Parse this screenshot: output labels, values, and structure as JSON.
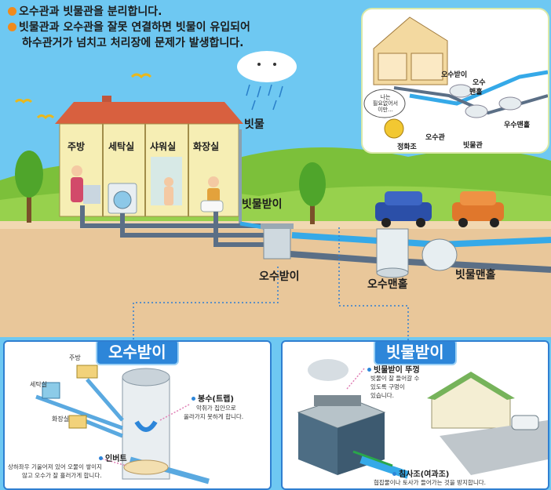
{
  "headline": {
    "line1": "오수관과 빗물관을 분리합니다.",
    "line2": "빗물관과 오수관을 잘못 연결하면 빗물이 유입되어",
    "line3": "하수관거가 넘치고 처리장에 문제가 발생합니다."
  },
  "house": {
    "rooms": [
      "주방",
      "세탁실",
      "샤워실",
      "화장실"
    ],
    "rain_label": "빗물",
    "rain_inlet_label": "빗물받이"
  },
  "underground": {
    "sewage_inlet": "오수받이",
    "sewage_manhole": "오수맨홀",
    "rain_manhole": "빗물맨홀"
  },
  "inset": {
    "speech": [
      "나는",
      "필요없어서",
      "이만..."
    ],
    "septic": "정화조",
    "sewage_inlet": "오수받이",
    "sewage_manhole": [
      "오수",
      "맨홀"
    ],
    "rain_manhole": "우수맨홀",
    "sewage_pipe": "오수관",
    "rain_pipe": "빗물관"
  },
  "panel_sewage": {
    "title": "오수받이",
    "kitchen": "주방",
    "laundry": "세탁실",
    "toilet": "화장실",
    "trap_title": "봉수(트랩)",
    "trap_desc": [
      "악취가 집안으로",
      "올라가지 못하게 합니다."
    ],
    "invert_title": "인버트",
    "invert_desc": [
      "상하좌우 기울어져 있어 오물이 쌓이지",
      "않고 오수가 잘 흘러가게 합니다."
    ]
  },
  "panel_rain": {
    "title": "빗물받이",
    "lid_title": "빗물받이 뚜껑",
    "lid_desc": [
      "빗물이 잘 들어갈 수",
      "있도록 구멍이",
      "있습니다."
    ],
    "filter_title": "침사조(여과조)",
    "filter_desc": "협잡물이나 토사가 들어가는 것을 방지합니다."
  },
  "colors": {
    "sky": "#6ec8f2",
    "ground": "#e9c79a",
    "grass": "#8cc63f",
    "sewage_pipe": "#5b6f86",
    "rain_pipe": "#35a9e8",
    "panel_border": "#2f7fd1",
    "bullet": "#f08a1c"
  }
}
